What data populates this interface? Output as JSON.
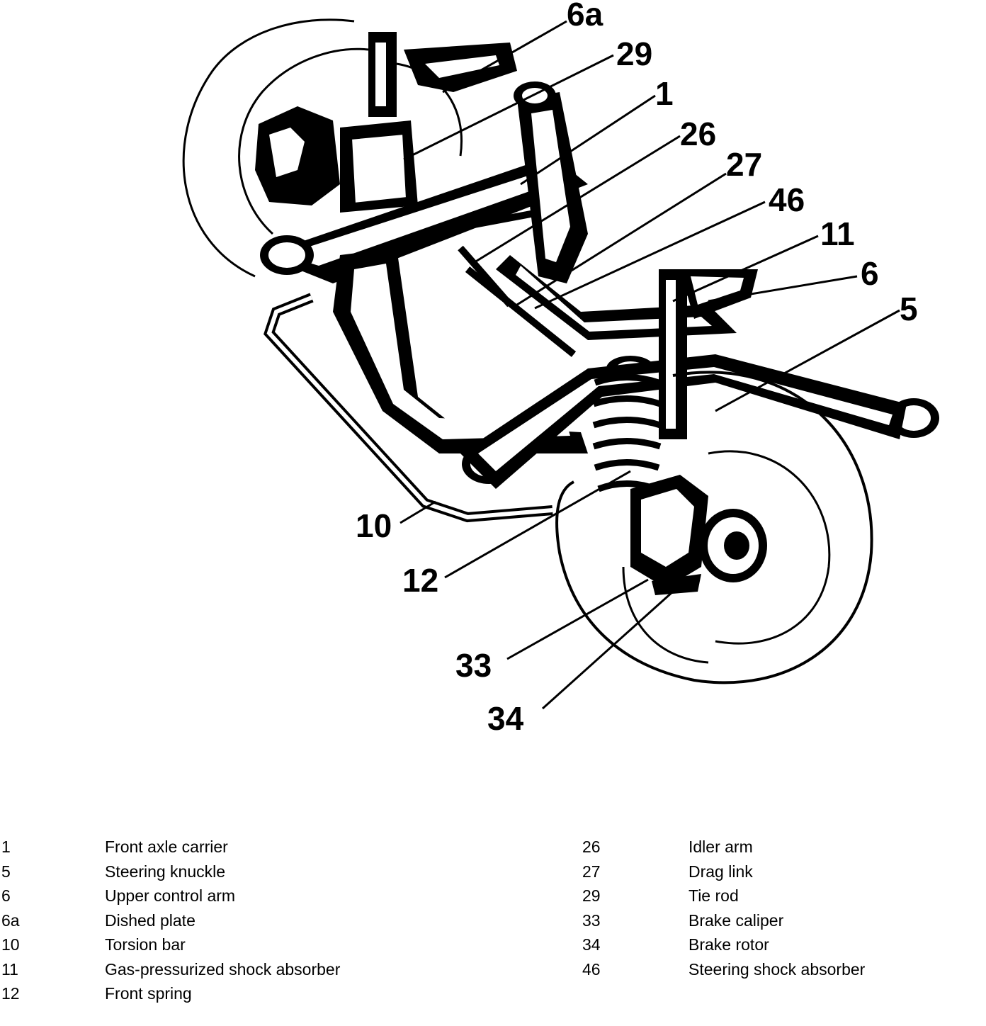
{
  "callouts": {
    "c6a": "6a",
    "c29": "29",
    "c1": "1",
    "c26": "26",
    "c27": "27",
    "c46": "46",
    "c11": "11",
    "c6": "6",
    "c5": "5",
    "c10": "10",
    "c12": "12",
    "c33": "33",
    "c34": "34"
  },
  "legend": {
    "left": [
      {
        "num": "1",
        "label": "Front axle carrier"
      },
      {
        "num": "5",
        "label": "Steering knuckle"
      },
      {
        "num": "6",
        "label": "Upper control arm"
      },
      {
        "num": "6a",
        "label": "Dished plate"
      },
      {
        "num": "10",
        "label": "Torsion bar"
      },
      {
        "num": "11",
        "label": "Gas-pressurized shock absorber"
      },
      {
        "num": "12",
        "label": "Front spring"
      }
    ],
    "right": [
      {
        "num": "26",
        "label": "Idler arm"
      },
      {
        "num": "27",
        "label": "Drag link"
      },
      {
        "num": "29",
        "label": "Tie rod"
      },
      {
        "num": "33",
        "label": "Brake caliper"
      },
      {
        "num": "34",
        "label": "Brake rotor"
      },
      {
        "num": "46",
        "label": "Steering shock absorber"
      }
    ]
  }
}
